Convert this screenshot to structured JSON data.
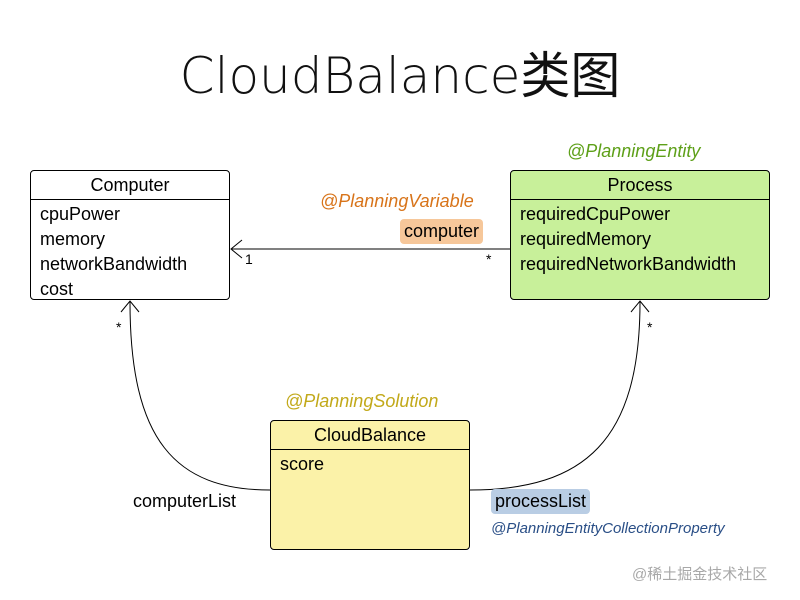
{
  "title": "CloudBalance类图",
  "classes": {
    "computer": {
      "name": "Computer",
      "attributes": [
        "cpuPower",
        "memory",
        "networkBandwidth",
        "cost"
      ]
    },
    "process": {
      "name": "Process",
      "annotation": "@PlanningEntity",
      "attributes": [
        "requiredCpuPower",
        "requiredMemory",
        "requiredNetworkBandwidth"
      ],
      "fill": "#c8f09a"
    },
    "cloudbalance": {
      "name": "CloudBalance",
      "annotation": "@PlanningSolution",
      "attributes": [
        "score"
      ],
      "fill": "#fbf2a8"
    }
  },
  "relations": {
    "process_computer": {
      "annotation": "@PlanningVariable",
      "field": "computer",
      "source_multiplicity": "*",
      "target_multiplicity": "1"
    },
    "cb_computers": {
      "field": "computerList",
      "multiplicity": "*"
    },
    "cb_processes": {
      "field": "processList",
      "annotation": "@PlanningEntityCollectionProperty",
      "multiplicity": "*"
    }
  },
  "watermark": "@稀土掘金技术社区",
  "colors": {
    "entity_annotation": "#5ea019",
    "variable_annotation": "#d8741a",
    "solution_annotation": "#c2a91a",
    "collection_annotation": "#294e86"
  }
}
